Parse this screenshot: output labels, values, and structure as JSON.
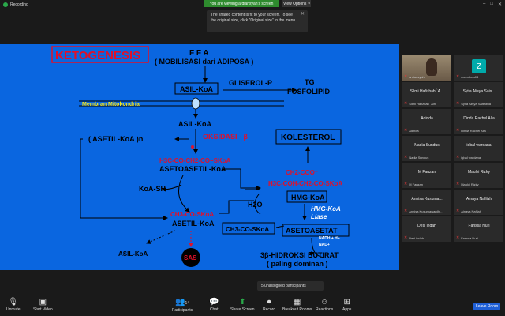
{
  "topbar": {
    "recording": "Recording",
    "viewing": "You are viewing ardiansyah's screen",
    "view_options": "View Options",
    "tooltip": "The shared content is fit to your screen. To see the original size, click \"Original size\" in the menu."
  },
  "slide": {
    "title": "KETOGENESIS",
    "ffa": "F F A",
    "mobilisasi": "( MOBILISASI dari ADIPOSA )",
    "asil_koa_box": "ASIL-KoA",
    "gliserol": "GLISEROL-P",
    "tg": "TG",
    "fosfolipid": "FOSFOLIPID",
    "membran": "Membran Mitokondria",
    "asil_koa": "ASIL-KoA",
    "asetil_koa_n": "( ASETIL-KoA )n",
    "oksidasi": "OKSIDASI - β",
    "kolesterol": "KOLESTEROL",
    "h3c_chain": "H3C-CO-CH2-CO~SKoA",
    "asetoasetil": "ASETOASETIL-KoA",
    "ch2coo": "CH2-COO⁻",
    "h3c_coh": "H3C-COH-CH2-CO-SKoA",
    "koa_sh": "KoA-SH",
    "hmg_koa_box": "HMG-KoA",
    "h2o": "H2O",
    "hmg_koa_liase": "HMG-KoA",
    "liase": "Llase",
    "ch3co_skoa": "CH3-CO-SKoA",
    "asetil_koa": "ASETIL-KoA",
    "ch3co_skoa_box": "CH3-CO-SKoA",
    "asetoasetat": "ASETOASETAT",
    "nadh": "NADH + H+",
    "nad": "NAD+",
    "asil_koa_bottom": "ASIL-KoA",
    "sas": "SAS",
    "hidroksi": "3β-HIDROKSI BUTIRAT",
    "dominan": "( paling dominan )"
  },
  "participants": [
    {
      "name": "",
      "label": "ardiansyah"
    },
    {
      "name": "",
      "label": "zoom baa04",
      "avatar": "Z"
    },
    {
      "name": "Silmi Hafizhah `A...",
      "label": "Silmi Hafizhah `Aini"
    },
    {
      "name": "Syifa Alisya Sais...",
      "label": "Syifa Alisya Saisabila"
    },
    {
      "name": "Adinda",
      "label": "Adinda"
    },
    {
      "name": "Dinda Rachel Alia",
      "label": "Dinda Rachel Alia"
    },
    {
      "name": "Nadia Sundus",
      "label": "Nadia Sundus"
    },
    {
      "name": "iqbal wardana",
      "label": "iqbal wardana"
    },
    {
      "name": "M Fauzan",
      "label": "M Fauzan"
    },
    {
      "name": "Maulvi Rizky",
      "label": "Maulvi Rizky"
    },
    {
      "name": "Annisa Kusuma...",
      "label": "Annisa Kusumawardh..."
    },
    {
      "name": "Ainaya Nafilah",
      "label": "Ainaya Nafilah"
    },
    {
      "name": "Desi indah",
      "label": "Desi indah"
    },
    {
      "name": "Farissa Nuri",
      "label": "Farissa Nuri"
    }
  ],
  "unassigned": "5 unassigned participants",
  "toolbar": {
    "unmute": "Unmute",
    "start_video": "Start Video",
    "participants": "Participants",
    "participants_count": "14",
    "chat": "Chat",
    "share_screen": "Share Screen",
    "record": "Record",
    "breakout": "Breakout Rooms",
    "reactions": "Reactions",
    "apps": "Apps",
    "leave": "Leave Room"
  },
  "colors": {
    "slide_bg": "#0a66e0",
    "red_text": "#e0102a",
    "yellow_text": "#f5e61a",
    "share_green": "#2aa84a",
    "leave_blue": "#1f5fd6"
  }
}
